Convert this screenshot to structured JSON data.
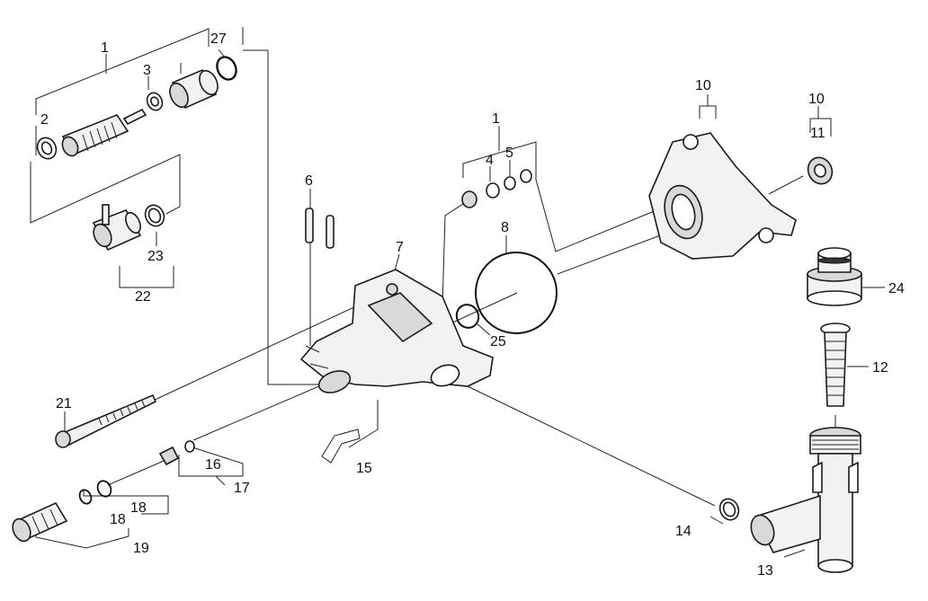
{
  "labels": {
    "p1a": "1",
    "p27": "27",
    "p3": "3",
    "p2": "2",
    "p23": "23",
    "p22": "22",
    "p6": "6",
    "p7": "7",
    "p1b": "1",
    "p4": "4",
    "p5": "5",
    "p8": "8",
    "p10a": "10",
    "p10b": "10",
    "p11": "11",
    "p24": "24",
    "p12": "12",
    "p25": "25",
    "p21": "21",
    "p16": "16",
    "p17": "17",
    "p15": "15",
    "p18a": "18",
    "p18b": "18",
    "p19": "19",
    "p14": "14",
    "p13": "13"
  }
}
